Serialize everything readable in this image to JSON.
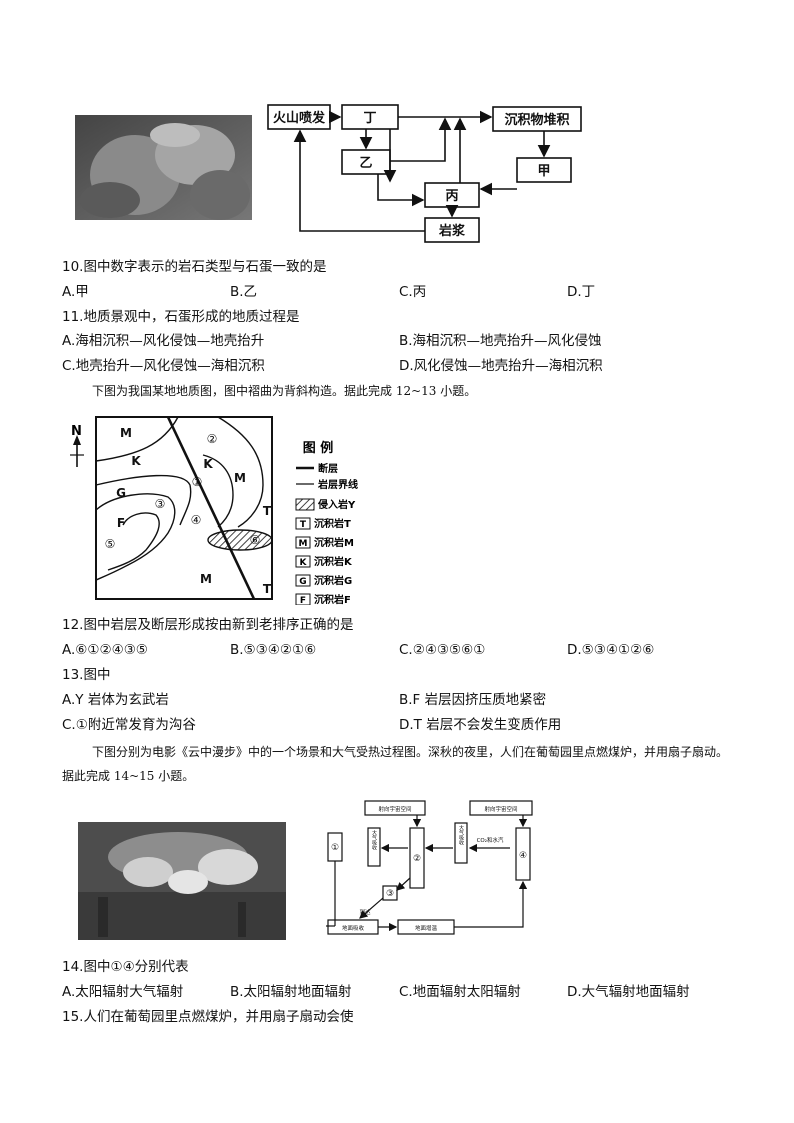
{
  "rock_cycle": {
    "volcano": "火山喷发",
    "ding": "丁",
    "sediment": "沉积物堆积",
    "yi": "乙",
    "jia": "甲",
    "bing": "丙",
    "magma": "岩浆"
  },
  "q10": {
    "stem": "10.图中数字表示的岩石类型与石蛋一致的是",
    "options": [
      "A.甲",
      "B.乙",
      "C.丙",
      "D.丁"
    ]
  },
  "q11": {
    "stem": "11.地质景观中，石蛋形成的地质过程是",
    "options": [
      "A.海相沉积—风化侵蚀—地壳抬升",
      "B.海相沉积—地壳抬升—风化侵蚀",
      "C.地壳抬升—风化侵蚀—海相沉积",
      "D.风化侵蚀—地壳抬升—海相沉积"
    ]
  },
  "intro12": "下图为我国某地地质图，图中褶曲为背斜构造。据此完成 12~13 小题。",
  "geo_map": {
    "north": "N",
    "labels": [
      "M",
      "K",
      "K",
      "M",
      "G",
      "F",
      "T",
      "M",
      "T"
    ],
    "numbers": [
      "②",
      "①",
      "③",
      "④",
      "⑤",
      "⑥"
    ],
    "legend_title": "图 例",
    "legend": [
      "断层",
      "岩层界线",
      "侵入岩Y",
      "沉积岩T",
      "沉积岩M",
      "沉积岩K",
      "沉积岩G",
      "沉积岩F"
    ],
    "legend_keys": [
      "T",
      "M",
      "K",
      "G",
      "F"
    ]
  },
  "q12": {
    "stem": "12.图中岩层及断层形成按由新到老排序正确的是",
    "options": [
      "A.⑥①②④③⑤",
      "B.⑤③④②①⑥",
      "C.②④③⑤⑥①",
      "D.⑤③④①②⑥"
    ]
  },
  "q13": {
    "stem": "13.图中",
    "options": [
      "A.Y 岩体为玄武岩",
      "B.F 岩层因挤压质地紧密",
      "C.①附近常发育为沟谷",
      "D.T 岩层不会发生变质作用"
    ]
  },
  "intro14": "下图分别为电影《云中漫步》中的一个场景和大气受热过程图。深秋的夜里，人们在葡萄园里点燃煤炉，并用扇子扇动。据此完成 14~15 小题。",
  "heat_diagram": {
    "space1": "射向宇宙空间",
    "space2": "射向宇宙空间",
    "n1": "①",
    "n2": "②",
    "n3": "③",
    "n4": "④",
    "atm_absorb": "大气吸收",
    "atm_absorb2": "大气吸收",
    "co2": "CO₂和水汽",
    "ground_absorb": "地面吸收",
    "ground_warm": "地面增温",
    "reach": "到达"
  },
  "q14": {
    "stem": "14.图中①④分别代表",
    "options": [
      "A.太阳辐射大气辐射",
      "B.太阳辐射地面辐射",
      "C.地面辐射太阳辐射",
      "D.大气辐射地面辐射"
    ]
  },
  "q15": {
    "stem": "15.人们在葡萄园里点燃煤炉，并用扇子扇动会使"
  }
}
